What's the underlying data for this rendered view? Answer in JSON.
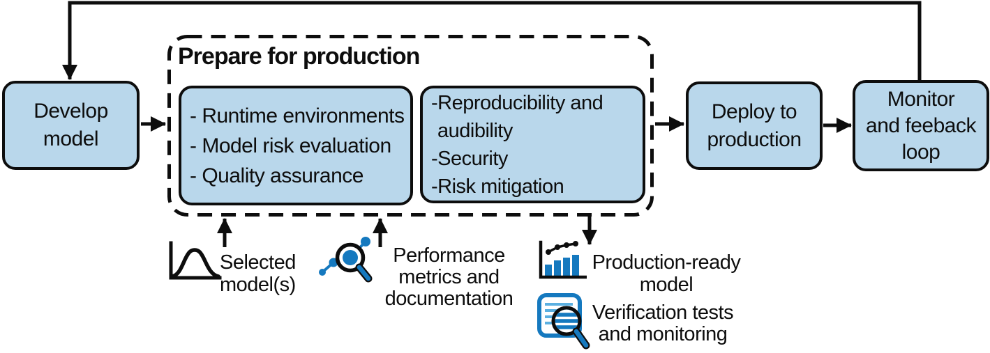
{
  "colors": {
    "node_fill": "#b9d7eb",
    "outline": "#0d0d0d",
    "icon_blue": "#1579bf",
    "icon_blue_light": "#5cb0e1"
  },
  "nodes": {
    "develop": {
      "label": "Develop\nmodel"
    },
    "deploy": {
      "label": "Deploy to\nproduction"
    },
    "monitor": {
      "label": "Monitor\nand feeback\nloop"
    }
  },
  "prepare_group": {
    "title": "Prepare for production",
    "checklist_box": {
      "items": [
        "- Runtime environments",
        "- Model risk evaluation",
        "- Quality assurance"
      ]
    },
    "governance_box": {
      "lines": [
        "-Reproducibility and",
        "audibility",
        "-Security",
        "-Risk mitigation"
      ]
    }
  },
  "annotations": {
    "selected_model": {
      "label": "Selected\nmodel(s)",
      "icon": "bell-curve-icon"
    },
    "performance_metrics": {
      "label": "Performance\nmetrics and\ndocumentation",
      "icon": "network-magnifier-icon"
    },
    "production_ready": {
      "label": "Production-ready\nmodel",
      "icon": "bar-chart-trend-icon"
    },
    "verification": {
      "label": "Verification tests\nand monitoring",
      "icon": "document-magnifier-icon"
    }
  }
}
